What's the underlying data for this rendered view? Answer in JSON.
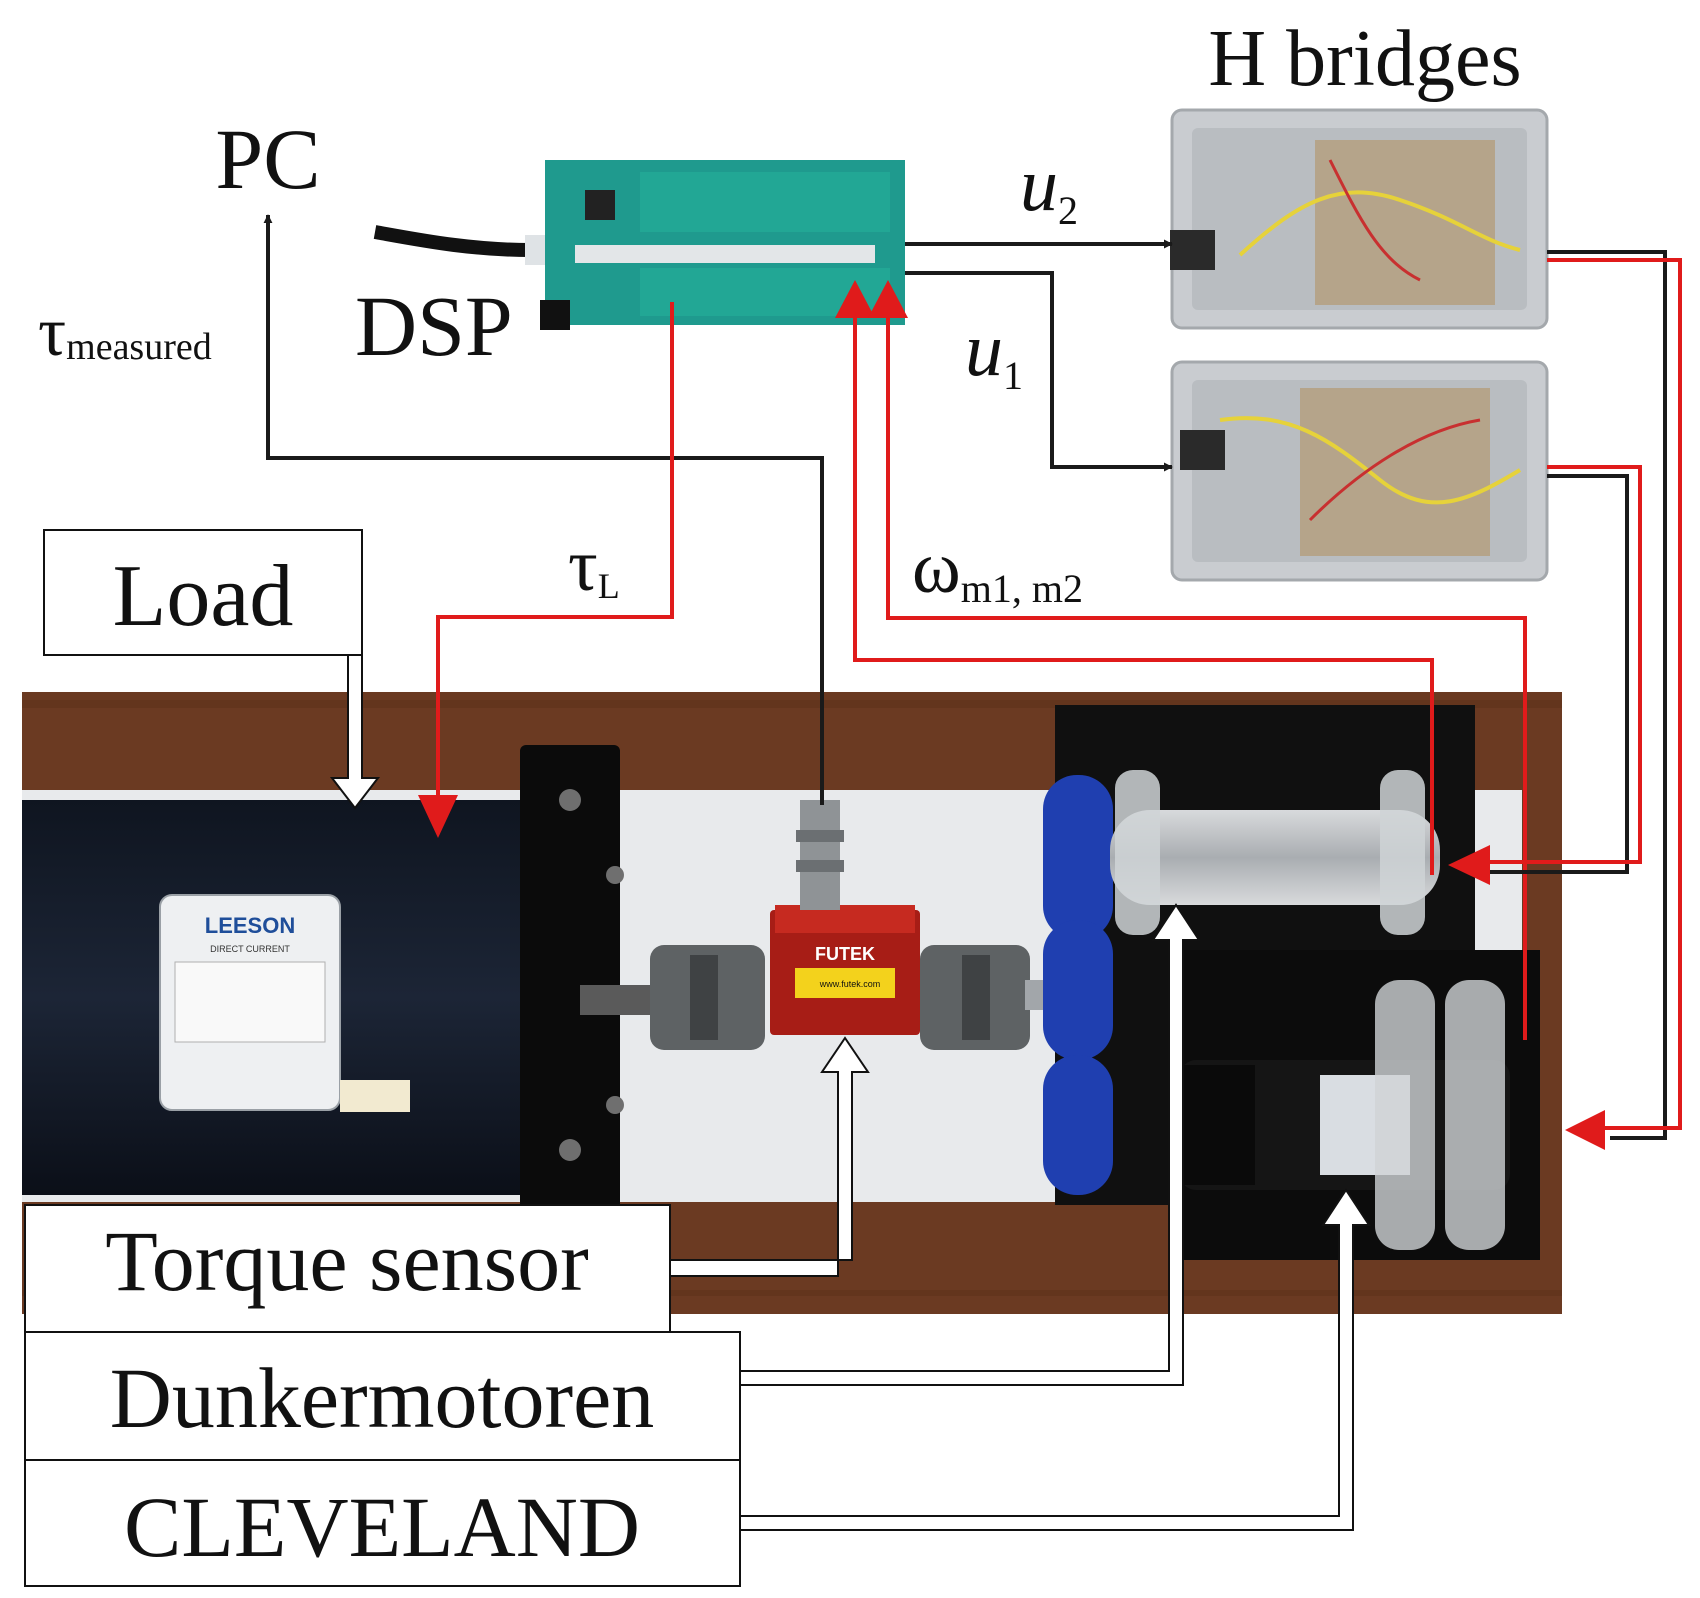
{
  "title": "H bridges",
  "labels": {
    "pc": "PC",
    "dsp": "DSP",
    "tau_measured_base": "τ",
    "tau_measured_sub": "measured",
    "tau_l_base": "τ",
    "tau_l_sub": "L",
    "omega_base": "ω",
    "omega_sub": "m1, m2",
    "u2_base": "u",
    "u2_sub": "2",
    "u1_base": "u",
    "u1_sub": "1"
  },
  "callouts": {
    "load": "Load",
    "torque_sensor": "Torque sensor",
    "dunkermotoren": "Dunkermotoren",
    "cleveland": "CLEVELAND"
  },
  "device_text": {
    "leeson": "LEESON",
    "leeson_sub": "DIRECT CURRENT",
    "futek": "FUTEK",
    "futek_url": "www.futek.com"
  },
  "colors": {
    "signal_red": "#e01b1b",
    "signal_black": "#1a1a1a",
    "pcb": "#1f9a8e",
    "wood": "#6b3a22",
    "plate": "#e8eaec",
    "gear": "#1f3fb0",
    "enclosure": "#c9ccd0"
  }
}
